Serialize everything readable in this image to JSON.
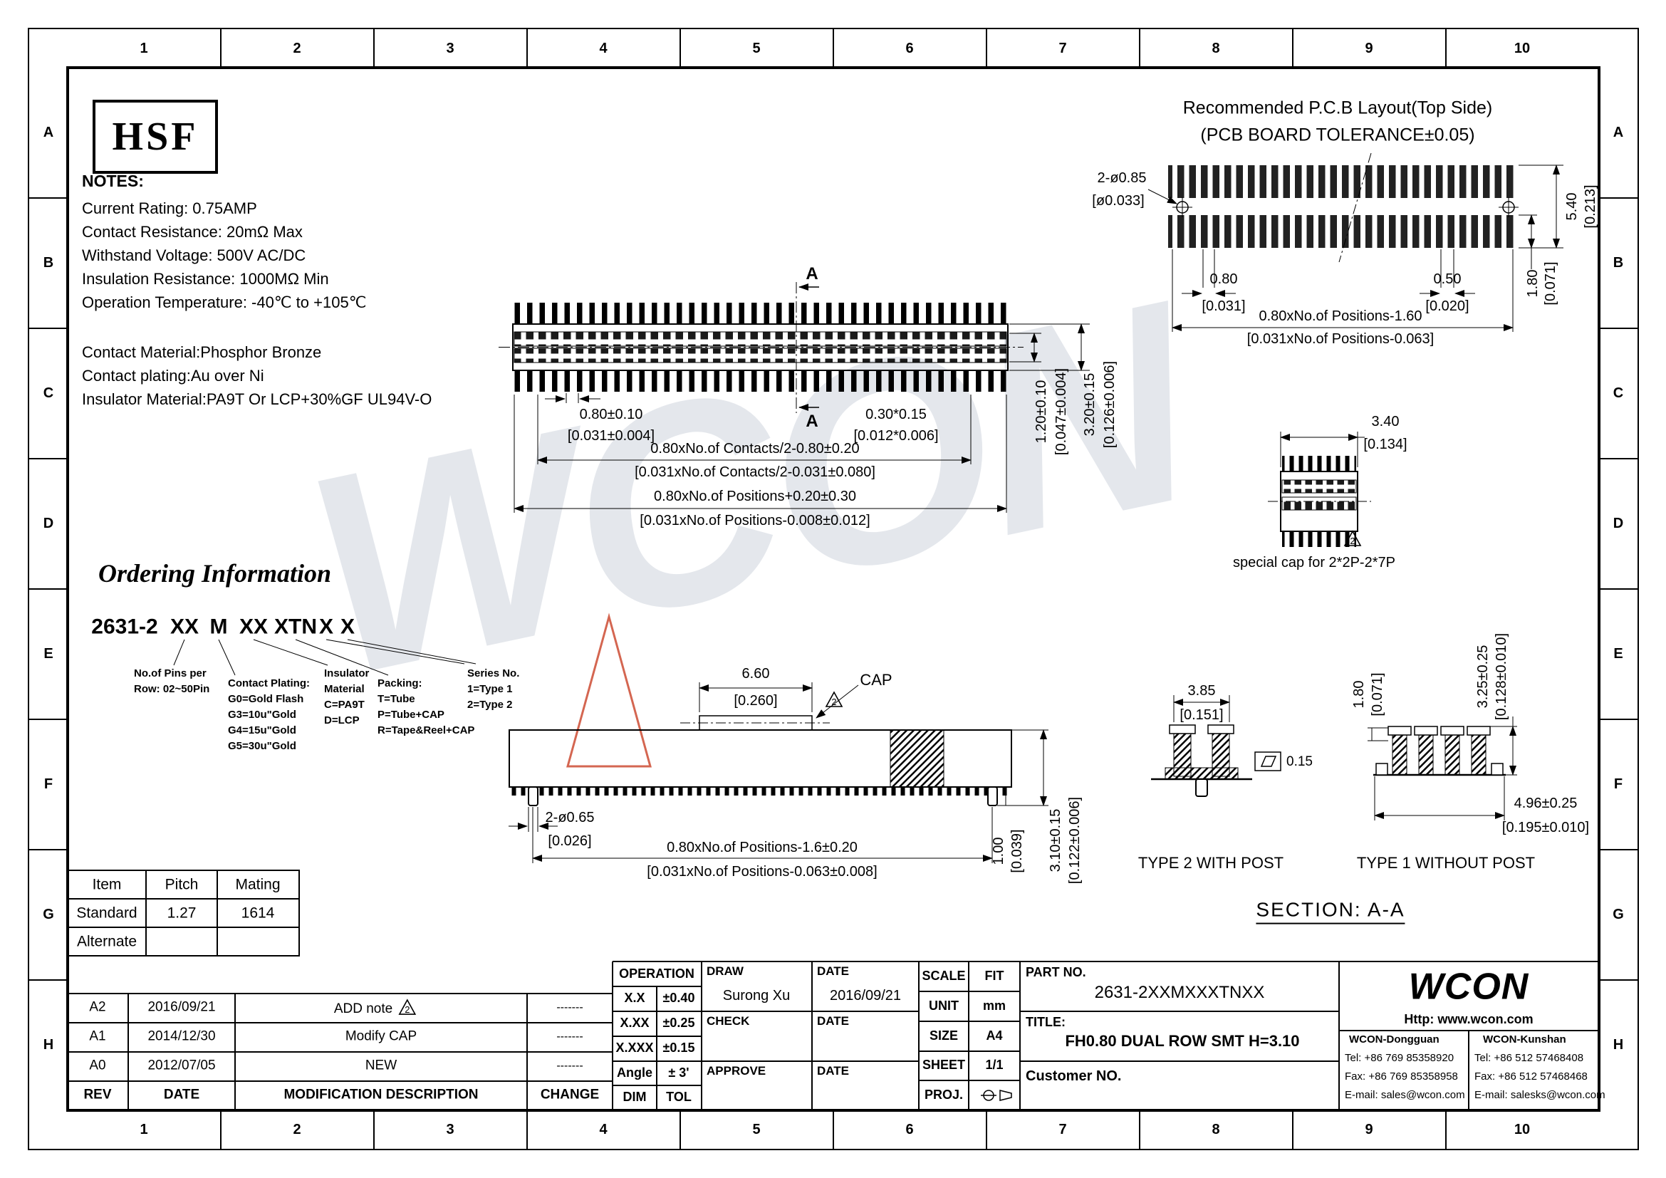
{
  "border": {
    "cols": [
      "1",
      "2",
      "3",
      "4",
      "5",
      "6",
      "7",
      "8",
      "9",
      "10"
    ],
    "rows": [
      "A",
      "B",
      "C",
      "D",
      "E",
      "F",
      "G",
      "H"
    ]
  },
  "logo": {
    "text": "HSF"
  },
  "watermark": {
    "text": "WCON"
  },
  "notes": {
    "title": "NOTES:",
    "lines": [
      "Current Rating: 0.75AMP",
      "Contact Resistance: 20mΩ Max",
      "Withstand Voltage: 500V AC/DC",
      "Insulation Resistance: 1000MΩ Min",
      "Operation Temperature: -40℃ to +105℃"
    ],
    "materials": [
      "Contact Material:Phosphor Bronze",
      "Contact plating:Au over Ni",
      "Insulator Material:PA9T Or LCP+30%GF UL94V-O"
    ]
  },
  "pcb": {
    "title1": "Recommended P.C.B Layout(Top Side)",
    "title2": "(PCB BOARD TOLERANCE±0.05)",
    "hole": "2-ø0.85",
    "hole_b": "[ø0.033]",
    "h540": "5.40",
    "h540_b": "[0.213]",
    "v180": "1.80",
    "v180_b": "[0.071]",
    "p080": "0.80",
    "p080_b": "[0.031]",
    "p050": "0.50",
    "p050_b": "[0.020]",
    "span": "0.80xNo.of Positions-1.60",
    "span_b": "[0.031xNo.of Positions-0.063]"
  },
  "top_view": {
    "a": "A",
    "pitch": "0.80±0.10",
    "pitch_b": "[0.031±0.004]",
    "pad": "0.30*0.15",
    "pad_b": "[0.012*0.006]",
    "chain1": "0.80xNo.of Contacts/2-0.80±0.20",
    "chain1_b": "[0.031xNo.of Contacts/2-0.031±0.080]",
    "chain2": "0.80xNo.of Positions+0.20±0.30",
    "chain2_b": "[0.031xNo.of Positions-0.008±0.012]",
    "v120": "1.20±0.10",
    "v120_b": "[0.047±0.004]",
    "v320": "3.20±0.15",
    "v320_b": "[0.126±0.006]"
  },
  "cap_view": {
    "w340": "3.40",
    "w340_b": "[0.134]",
    "label": "special cap for 2*2P-2*7P",
    "tri": "2"
  },
  "side_view": {
    "w660": "6.60",
    "w660_b": "[0.260]",
    "cap": "CAP",
    "tri": "2",
    "hole": "2-ø0.65",
    "hole_b": "[0.026]",
    "chain": "0.80xNo.of Positions-1.6±0.20",
    "chain_b": "[0.031xNo.of Positions-0.063±0.008]",
    "h100": "1.00",
    "h100_b": "[0.039]",
    "h310": "3.10±0.15",
    "h310_b": "[0.122±0.006]"
  },
  "types": {
    "w385": "3.85",
    "w385_b": "[0.151]",
    "flat": "0.15",
    "v180": "1.80",
    "v180_b": "[0.071]",
    "v325": "3.25±0.25",
    "v325_b": "[0.128±0.010]",
    "w496": "4.96±0.25",
    "w496_b": "[0.195±0.010]",
    "type2": "TYPE 2 WITH POST",
    "type1": "TYPE 1 WITHOUT POST",
    "section": "SECTION: A-A"
  },
  "ordering": {
    "title": "Ordering Information",
    "parts": [
      "2631-2",
      "XX",
      "M",
      "XX",
      "XTN",
      "X",
      "X"
    ],
    "col1": [
      "No.of Pins per",
      "Row: 02~50Pin"
    ],
    "col2": [
      "Contact Plating:",
      "G0=Gold Flash",
      "G3=10u\"Gold",
      "G4=15u\"Gold",
      "G5=30u\"Gold"
    ],
    "col3": [
      "Insulator",
      "Material",
      "C=PA9T",
      "D=LCP"
    ],
    "col4": [
      "Packing:",
      "T=Tube",
      "P=Tube+CAP",
      "R=Tape&Reel+CAP"
    ],
    "col5": [
      "Series No.",
      "1=Type 1",
      "2=Type 2"
    ]
  },
  "spec": {
    "headers": [
      "Item",
      "Pitch",
      "Mating"
    ],
    "rows": [
      [
        "Standard",
        "1.27",
        "1614"
      ],
      [
        "Alternate",
        "",
        ""
      ]
    ]
  },
  "rev": {
    "headers": [
      "REV",
      "DATE",
      "MODIFICATION DESCRIPTION",
      "CHANGE"
    ],
    "rows": [
      {
        "rev": "A2",
        "date": "2016/09/21",
        "desc": "ADD note",
        "tri": "2",
        "change": "-------"
      },
      {
        "rev": "A1",
        "date": "2014/12/30",
        "desc": "Modify CAP",
        "change": "-------"
      },
      {
        "rev": "A0",
        "date": "2012/07/05",
        "desc": "NEW",
        "change": "-------"
      }
    ]
  },
  "operation": {
    "title": "OPERATION",
    "rows": [
      [
        "X.X",
        "±0.40"
      ],
      [
        "X.XX",
        "±0.25"
      ],
      [
        "X.XXX",
        "±0.15"
      ],
      [
        "Angle",
        "± 3'"
      ],
      [
        "DIM",
        "TOL"
      ]
    ]
  },
  "sign": {
    "draw": "DRAW",
    "draw_name": "Surong Xu",
    "date": "DATE",
    "draw_date": "2016/09/21",
    "check": "CHECK",
    "approve": "APPROVE"
  },
  "meta": {
    "scale": "SCALE",
    "fit": "FIT",
    "unit": "UNIT",
    "unit_v": "mm",
    "size": "SIZE",
    "size_v": "A4",
    "sheet": "SHEET",
    "sheet_v": "1/1",
    "proj": "PROJ."
  },
  "info": {
    "part_label": "PART NO.",
    "part_no": "2631-2XXMXXXTNXX",
    "title_label": "TITLE:",
    "title": "FH0.80 DUAL ROW SMT H=3.10",
    "customer": "Customer NO."
  },
  "brand": {
    "name": "WCON",
    "url": "Http: www.wcon.com",
    "dg": [
      "WCON-Dongguan",
      "Tel: +86 769 85358920",
      "Fax: +86 769 85358958",
      "E-mail: sales@wcon.com"
    ],
    "ks": [
      "WCON-Kunshan",
      "Tel: +86 512 57468408",
      "Fax: +86 512 57468468",
      "E-mail: salesks@wcon.com"
    ]
  }
}
